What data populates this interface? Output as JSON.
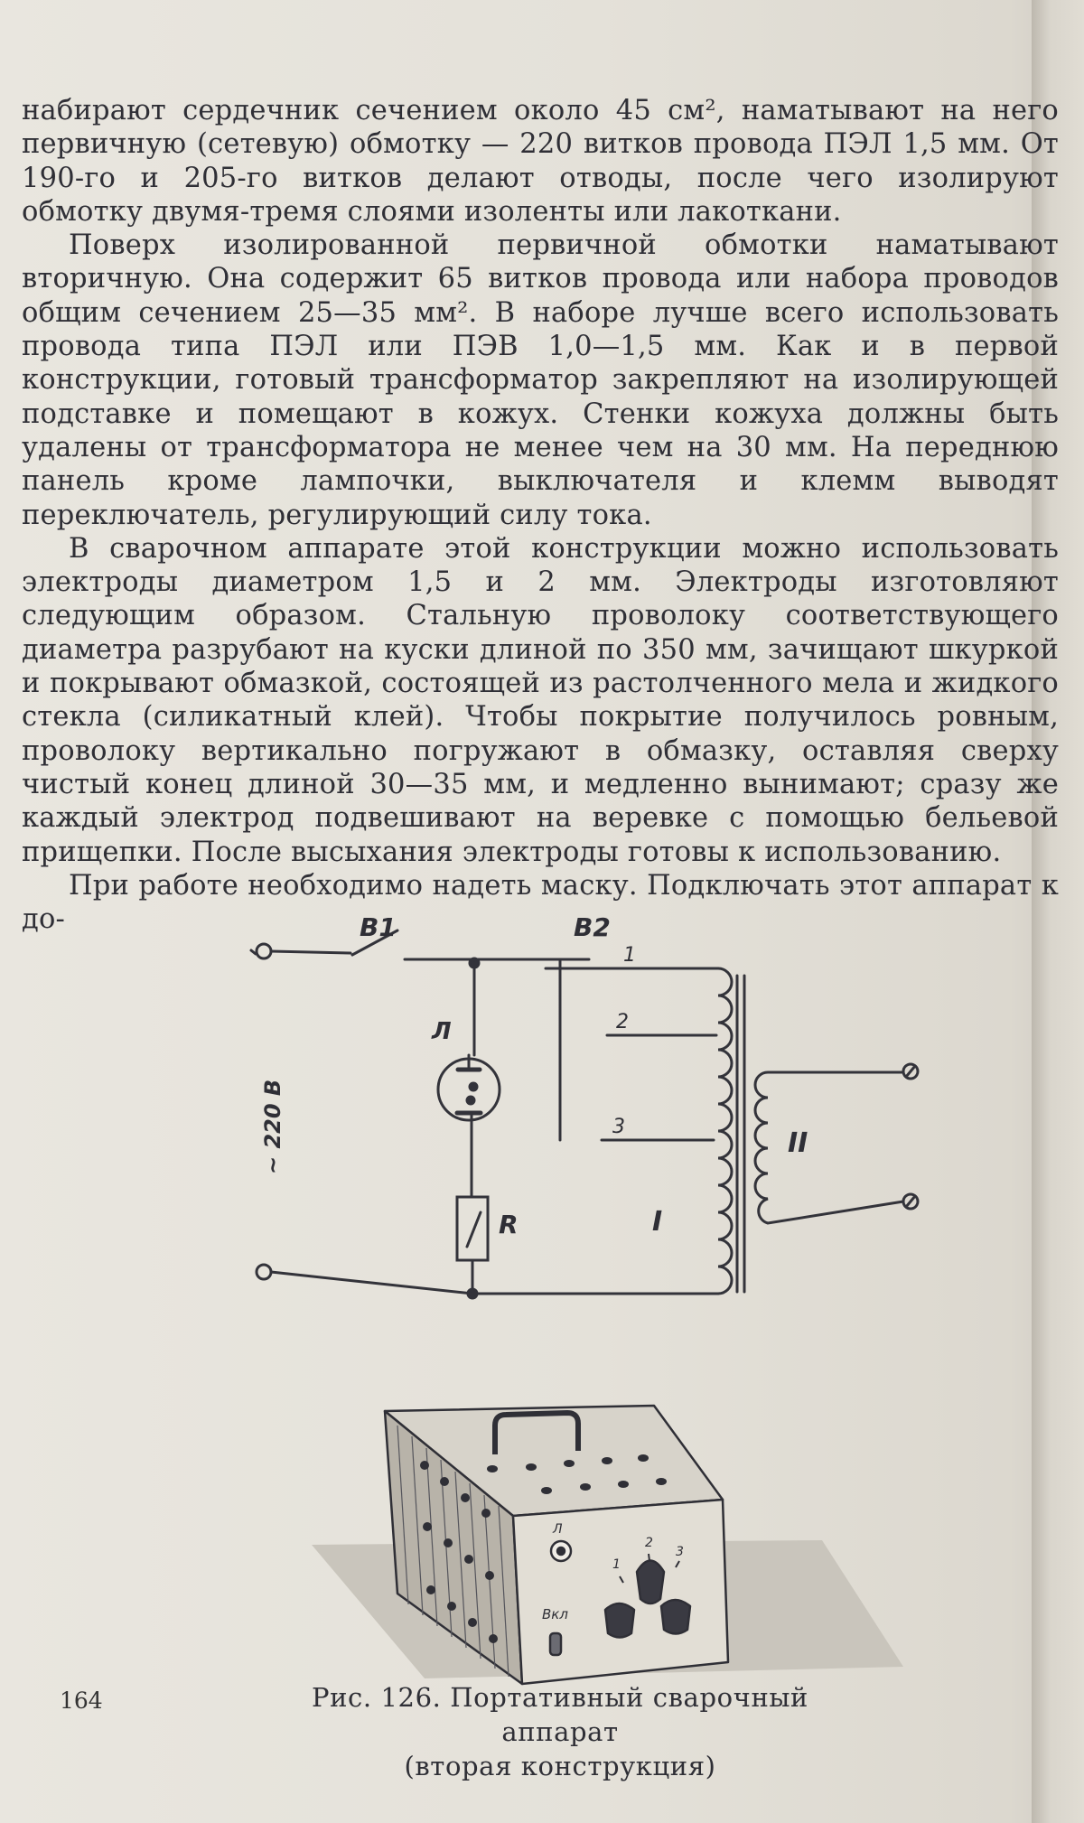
{
  "paragraphs": [
    "набирают сердечник сечением около 45 см², наматывают на него первичную (сетевую) обмотку — 220 витков провода ПЭЛ 1,5 мм. От 190-го и 205-го витков делают отводы, после чего изолируют обмотку двумя-тремя слоями изоленты или лакоткани.",
    "Поверх изолированной первичной обмотки наматывают вторичную. Она содержит 65 витков провода или набора проводов общим сечением 25—35 мм². В наборе лучше всего использовать провода типа ПЭЛ или ПЭВ 1,0—1,5 мм. Как и в первой конструкции, готовый трансформатор закрепляют на изолирующей подставке и помещают в кожух. Стенки кожуха должны быть удалены от трансформатора не менее чем на 30 мм. На переднюю панель кроме лампочки, выключателя и клемм выводят переключатель, регулирующий силу тока.",
    "В сварочном аппарате этой конструкции можно использовать электроды диаметром 1,5 и 2 мм. Электроды изготовляют следующим образом. Стальную проволоку соответствующего диаметра разрубают на куски длиной по 350 мм, зачищают шкуркой и покрывают обмазкой, состоящей из растолченного мела и жидкого стекла (силикатный клей). Чтобы покрытие получилось ровным, проволоку вертикально погружают в обмазку, оставляя сверху чистый конец длиной 30—35 мм, и медленно вынимают; сразу же каждый электрод подвешивают на веревке с помощью бельевой прищепки. После высыхания электроды готовы к использованию.",
    "При работе необходимо надеть маску. Подключать этот аппарат к до-"
  ],
  "schematic": {
    "switch_label": "В1",
    "selector_label": "В2",
    "tap_labels": [
      "1",
      "2",
      "3"
    ],
    "lamp_label": "Л",
    "resistor_label": "R",
    "primary_label": "I",
    "secondary_label": "II",
    "voltage_label": "~ 220 В"
  },
  "device": {
    "lamp_label": "Л",
    "switch_label": "Вкл",
    "dial_labels": [
      "1",
      "2",
      "3"
    ]
  },
  "page_number": "164",
  "caption": {
    "line1": "Рис. 126. Портативный сварочный аппарат",
    "line2": "(вторая конструкция)"
  }
}
